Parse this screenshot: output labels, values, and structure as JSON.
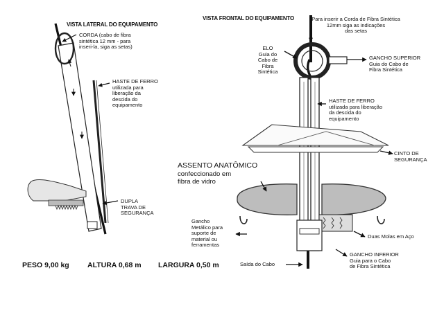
{
  "side_view": {
    "title": "VISTA LATERAL DO EQUIPAMENTO",
    "corda": [
      "CORDA (cabo de fibra",
      "sintética 12 mm - para",
      "inseri-la, siga as setas)"
    ],
    "haste": [
      "HASTE DE FERRO",
      "utilizada para",
      "liberação da",
      "descida do",
      "equipamento"
    ],
    "trava": [
      "DUPLA",
      "TRAVA DE",
      "SEGURANÇA"
    ]
  },
  "front_view": {
    "title": "VISTA FRONTAL DO EQUIPAMENTO",
    "inserir": [
      "Para inserir a Corda de Fibra Sintética",
      "12mm siga as indicações",
      "das setas"
    ],
    "elo": [
      "ELO",
      "Guia do",
      "Cabo de",
      "Fibra",
      "Sintética"
    ],
    "gancho_superior": [
      "GANCHO SUPERIOR",
      "Guia do Cabo de",
      "Fibra Sintética"
    ],
    "haste": [
      "HASTE DE FERRO",
      "utilizada para liberação",
      "da descida do",
      "equipamento"
    ],
    "cinto": [
      "CINTO DE",
      "SEGURANÇA"
    ],
    "assento_title": "ASSENTO ANATÔMICO",
    "assento_sub": [
      "confeccionado em",
      "fibra de vidro"
    ],
    "gancho_metalico": [
      "Gancho",
      "Metálico para",
      "suporte de",
      "material ou",
      "ferramentas"
    ],
    "molas": "Duas Molas em Aço",
    "gancho_inferior": [
      "GANCHO INFERIOR",
      "Guia para o Cabo",
      "de Fibra Sintética"
    ],
    "saida": "Saída do Cabo"
  },
  "specs": {
    "peso": "PESO 9,00 kg",
    "altura": "ALTURA 0,68 m",
    "largura": "LARGURA 0,50 m"
  }
}
